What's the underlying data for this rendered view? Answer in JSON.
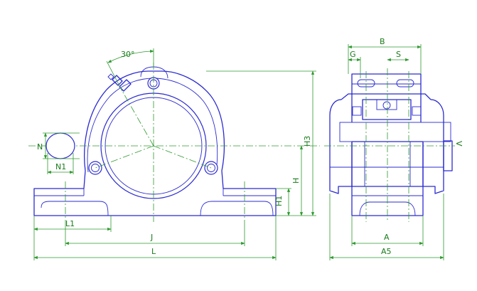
{
  "labels": {
    "angle": "30°",
    "N": "N",
    "N1": "N1",
    "L1": "L1",
    "J": "J",
    "L": "L",
    "H": "H",
    "H1": "H1",
    "H3": "H3",
    "B": "B",
    "G": "G",
    "S": "S",
    "A": "A",
    "A5": "A5",
    "V": "V"
  },
  "colors": {
    "outline": "#2b2bd0",
    "dimension": "#2f9a2f"
  }
}
